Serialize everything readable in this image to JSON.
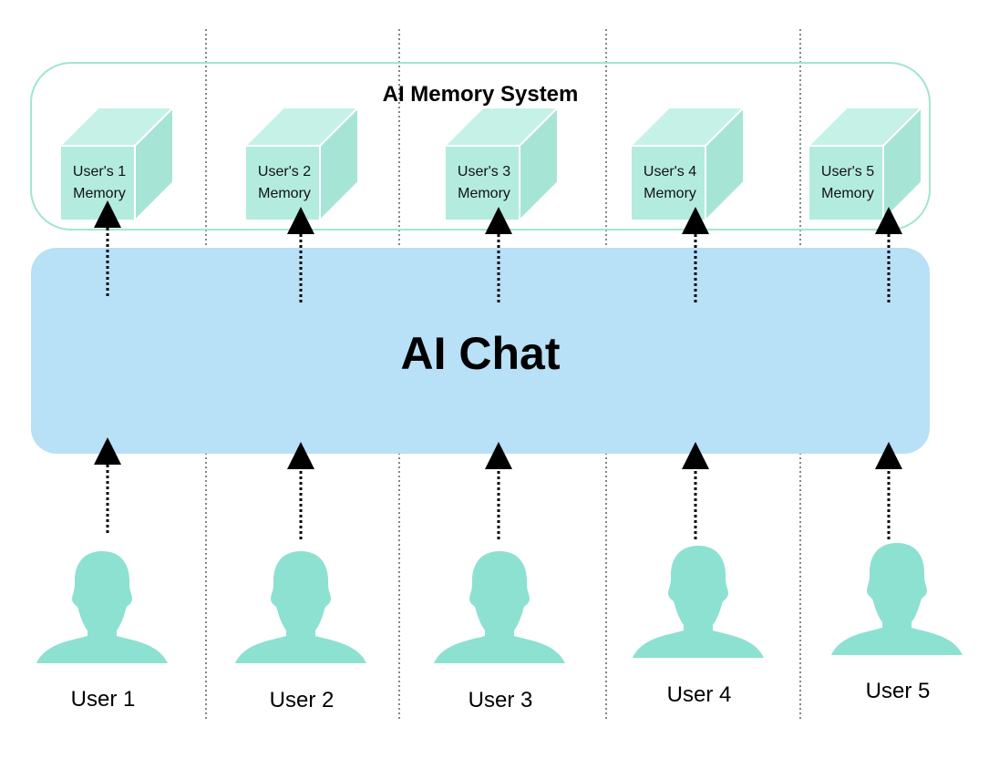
{
  "memory_system": {
    "title": "AI Memory System"
  },
  "chat": {
    "title": "AI Chat"
  },
  "memories": [
    {
      "line1": "User's 1",
      "line2": "Memory"
    },
    {
      "line1": "User's 2",
      "line2": "Memory"
    },
    {
      "line1": "User's 3",
      "line2": "Memory"
    },
    {
      "line1": "User's 4",
      "line2": "Memory"
    },
    {
      "line1": "User's 5",
      "line2": "Memory"
    }
  ],
  "users": [
    {
      "label": "User 1"
    },
    {
      "label": "User 2"
    },
    {
      "label": "User 3"
    },
    {
      "label": "User 4"
    },
    {
      "label": "User 5"
    }
  ],
  "colors": {
    "memory_cube": "#b3ecdf",
    "memory_box_border": "#a3e4d4",
    "chat_fill": "#b8e0f6",
    "user_fill": "#8de1d0",
    "divider": "#444444"
  }
}
